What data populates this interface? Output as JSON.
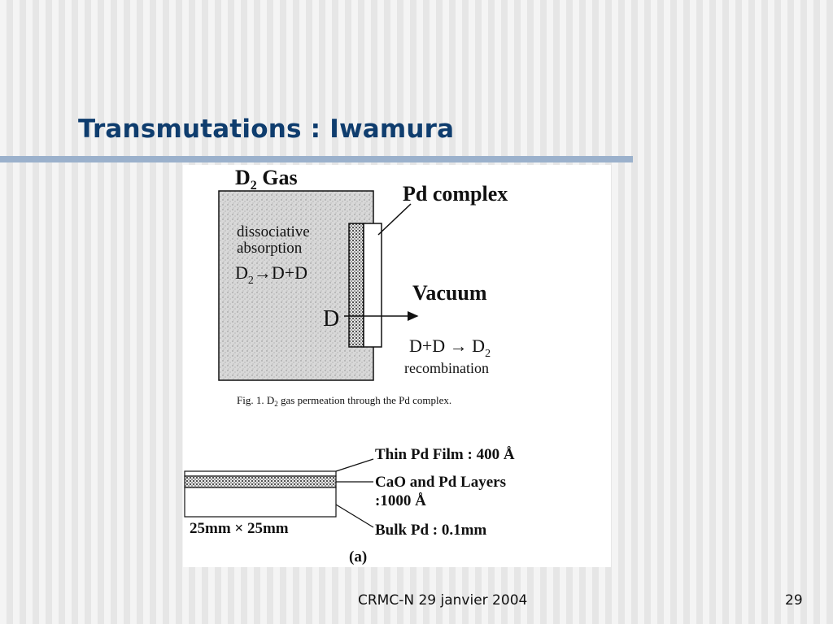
{
  "slide": {
    "title": "Transmutations : Iwamura",
    "footer_left": "CRMC-N 29 janvier 2004",
    "page_number": "29"
  },
  "figure1": {
    "gas_label_main": "D",
    "gas_label_sub": "2",
    "gas_label_tail": " Gas",
    "pd_complex_label": "Pd complex",
    "dissociative_line1": "dissociative",
    "dissociative_line2": "absorption",
    "reaction_left_main": "D",
    "reaction_left_sub": "2",
    "reaction_left_tail": "→D+D",
    "d_label": "D",
    "vacuum_label": "Vacuum",
    "recombination_eq_main": "D+D → D",
    "recombination_eq_sub": "2",
    "recombination_label": "recombination",
    "caption_prefix": "Fig.  1.   D",
    "caption_sub": "2",
    "caption_tail": " gas permeation through the Pd complex."
  },
  "figure2": {
    "thin_film_label": "Thin Pd Film : 400 Å",
    "cao_label_line1": "CaO and Pd Layers",
    "cao_label_line2": ":1000 Å",
    "bulk_label": "Bulk Pd : 0.1mm",
    "size_label": "25mm × 25mm",
    "panel_label": "(a)"
  }
}
